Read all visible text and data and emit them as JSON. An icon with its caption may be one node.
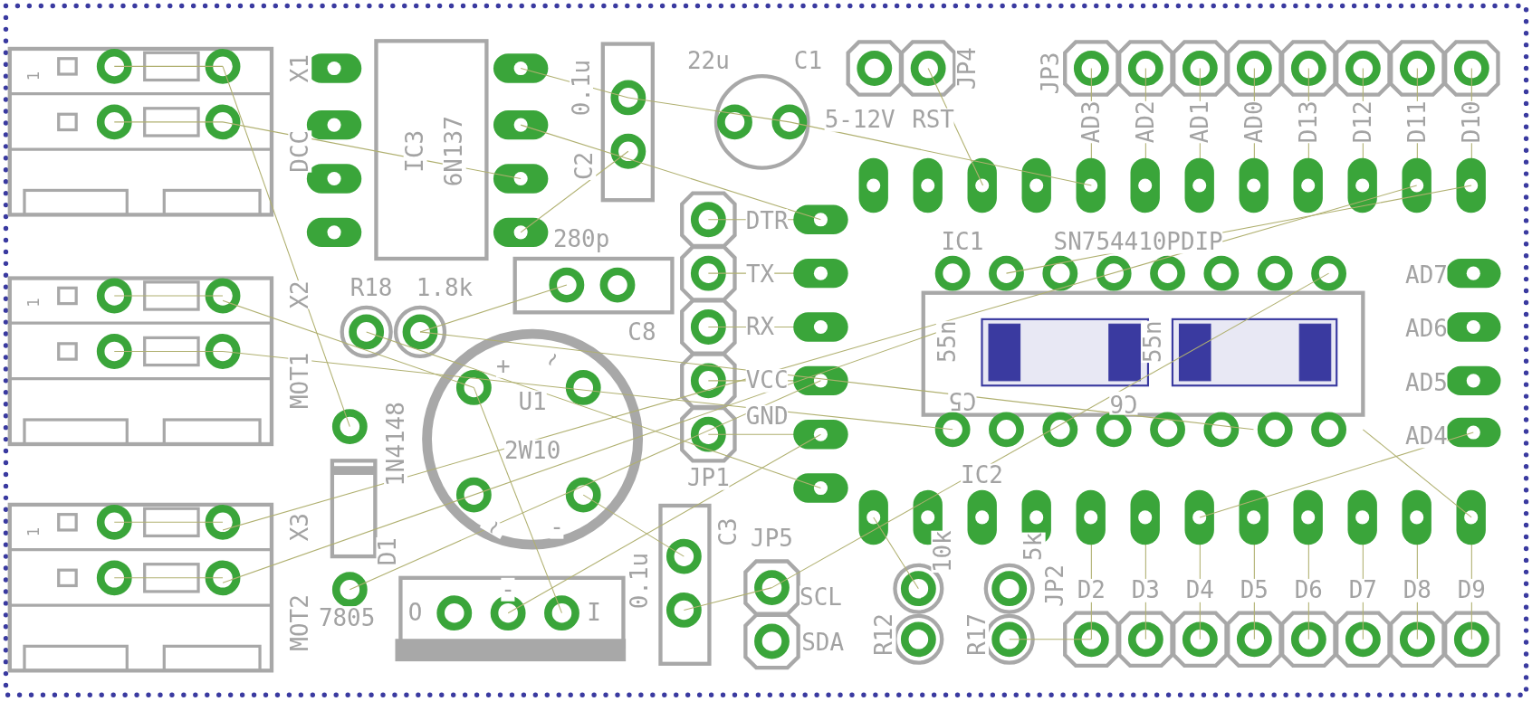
{
  "diagram": {
    "labels": [
      "1",
      "X1",
      "0.1u",
      "22u",
      "C1",
      "JP4",
      "JP3",
      "IC3",
      "6N137",
      "C2",
      "DCC",
      "5-12V",
      "RST",
      "AD3",
      "AD2",
      "AD1",
      "AD0",
      "D13",
      "D12",
      "D11",
      "D10",
      "280p",
      "DTR",
      "IC1",
      "SN754410PDIP",
      "1",
      "X2",
      "R18",
      "1.8k",
      "TX",
      "AD7",
      "C8",
      "RX",
      "55n",
      "55n",
      "AD6",
      "MOT1",
      "VCC",
      "+",
      "~",
      "U1",
      "AD5",
      "2W10",
      "C5",
      "C6",
      "GND",
      "AD4",
      "1N4148",
      "JP1",
      "IC2",
      "~",
      "-",
      "1",
      "X3",
      "D1",
      "0.1u",
      "C3",
      "JP5",
      "10k",
      "5k",
      "JP2",
      "SCL",
      "D2",
      "D3",
      "D4",
      "D5",
      "D6",
      "D7",
      "D8",
      "D9",
      "7805",
      "O",
      "-",
      "I",
      "MOT2",
      "SDA",
      "R12",
      "R17"
    ]
  }
}
